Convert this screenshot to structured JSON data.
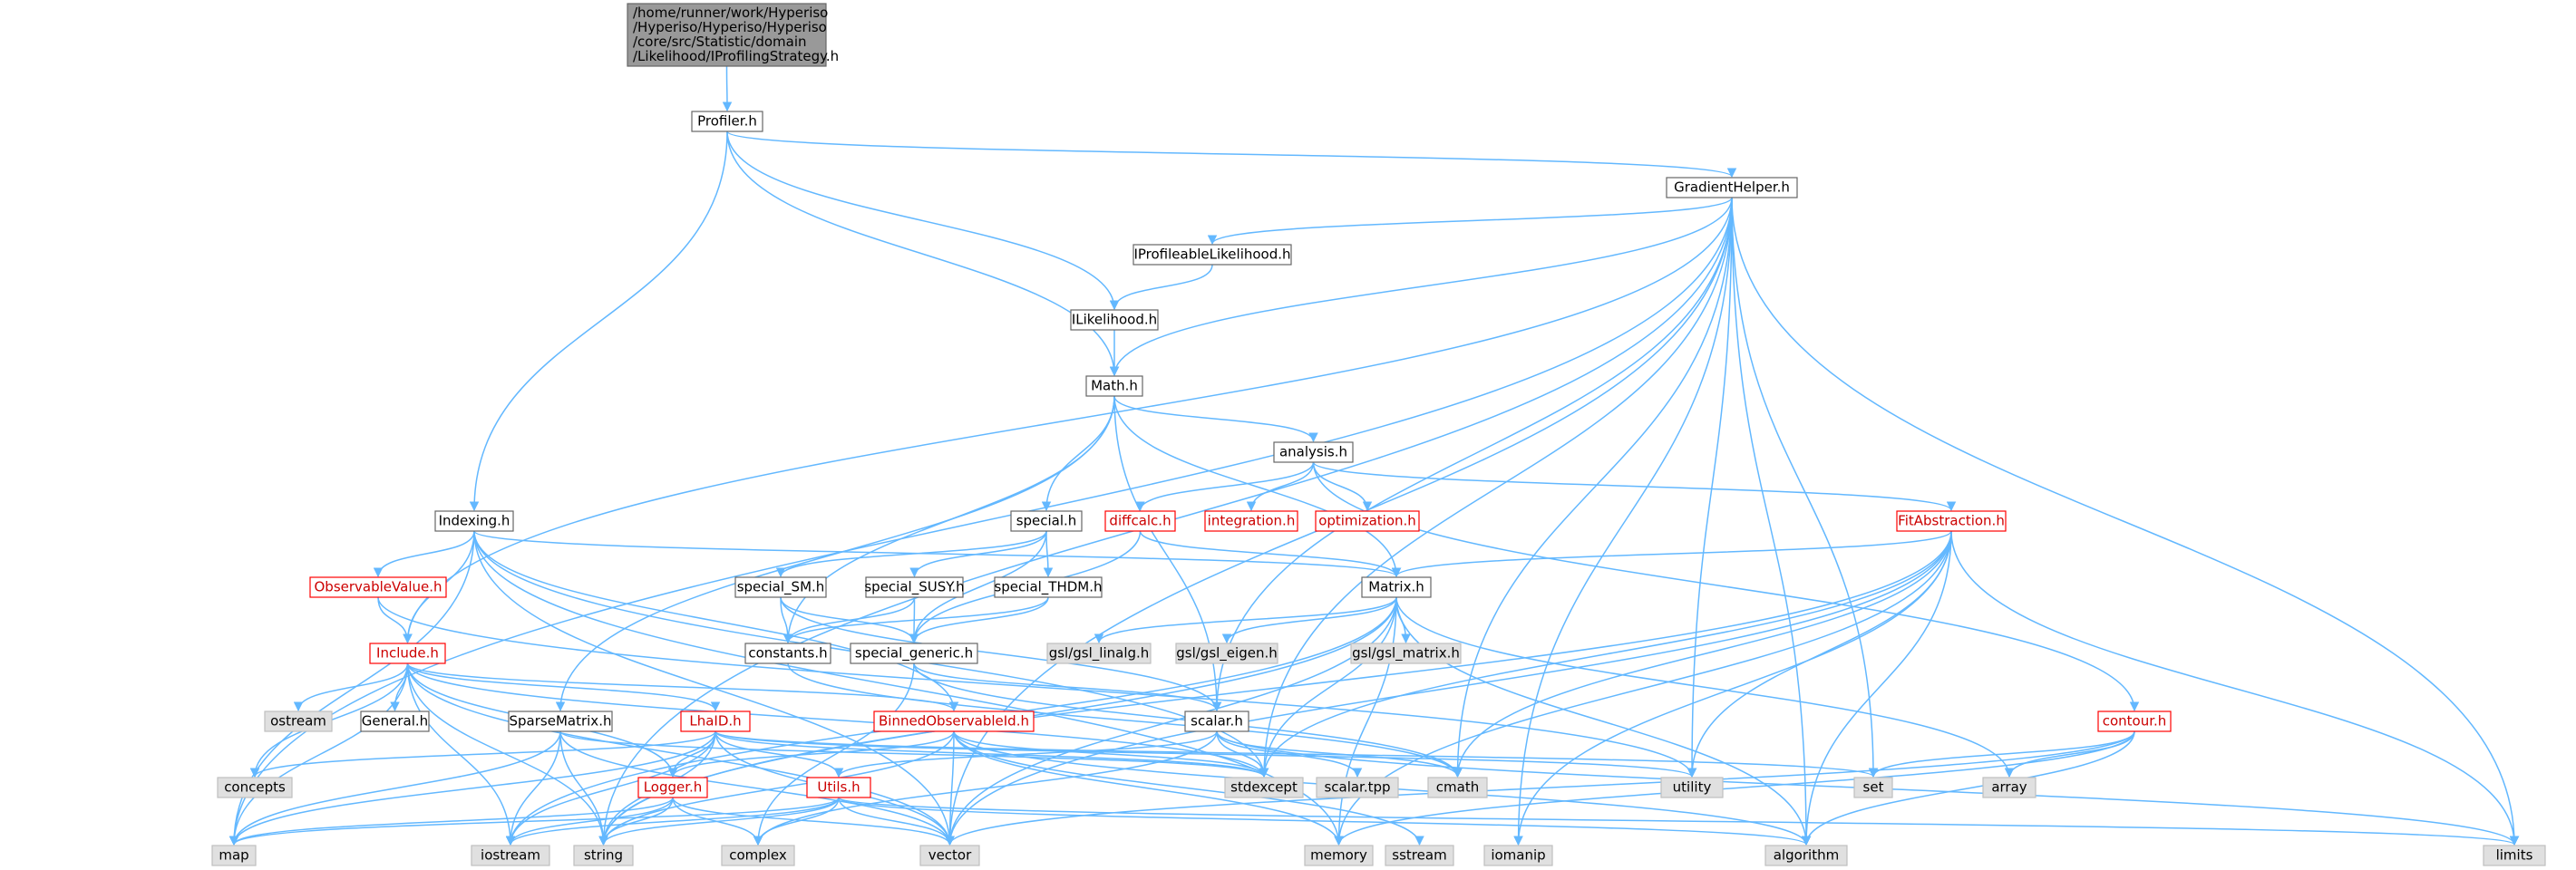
{
  "colors": {
    "edge": "#63b8ff",
    "node_border": "#666666",
    "node_missing_border": "#bfbfbf",
    "node_truncated_border": "#ff0000",
    "root_fill": "#999999",
    "missing_fill": "#e0e0e0",
    "text": "#000000",
    "truncated_text": "#cc0000"
  },
  "nodes": [
    {
      "id": "root",
      "kind": "root",
      "lines": [
        "/home/runner/work/Hyperiso",
        "/Hyperiso/Hyperiso/Hyperiso",
        "/core/src/Statistic/domain",
        "/Likelihood/IProfilingStrategy.h"
      ]
    },
    {
      "id": "profiler",
      "kind": "normal",
      "lines": [
        "Profiler.h"
      ]
    },
    {
      "id": "gradienthelper",
      "kind": "normal",
      "lines": [
        "GradientHelper.h"
      ]
    },
    {
      "id": "iprofileable",
      "kind": "normal",
      "lines": [
        "IProfileableLikelihood.h"
      ]
    },
    {
      "id": "ilikelihood",
      "kind": "normal",
      "lines": [
        "ILikelihood.h"
      ]
    },
    {
      "id": "math",
      "kind": "normal",
      "lines": [
        "Math.h"
      ]
    },
    {
      "id": "analysis",
      "kind": "normal",
      "lines": [
        "analysis.h"
      ]
    },
    {
      "id": "indexing",
      "kind": "normal",
      "lines": [
        "Indexing.h"
      ]
    },
    {
      "id": "special",
      "kind": "normal",
      "lines": [
        "special.h"
      ]
    },
    {
      "id": "diffcalc",
      "kind": "truncated",
      "lines": [
        "diffcalc.h"
      ]
    },
    {
      "id": "integration",
      "kind": "truncated",
      "lines": [
        "integration.h"
      ]
    },
    {
      "id": "optimization",
      "kind": "truncated",
      "lines": [
        "optimization.h"
      ]
    },
    {
      "id": "fitabstraction",
      "kind": "truncated",
      "lines": [
        "FitAbstraction.h"
      ]
    },
    {
      "id": "observablevalue",
      "kind": "truncated",
      "lines": [
        "ObservableValue.h"
      ]
    },
    {
      "id": "special_sm",
      "kind": "normal",
      "lines": [
        "special_SM.h"
      ]
    },
    {
      "id": "special_susy",
      "kind": "normal",
      "lines": [
        "special_SUSY.h"
      ]
    },
    {
      "id": "special_thdm",
      "kind": "normal",
      "lines": [
        "special_THDM.h"
      ]
    },
    {
      "id": "matrix",
      "kind": "normal",
      "lines": [
        "Matrix.h"
      ]
    },
    {
      "id": "include",
      "kind": "truncated",
      "lines": [
        "Include.h"
      ]
    },
    {
      "id": "constants",
      "kind": "normal",
      "lines": [
        "constants.h"
      ]
    },
    {
      "id": "special_generic",
      "kind": "normal",
      "lines": [
        "special_generic.h"
      ]
    },
    {
      "id": "gsl_linalg",
      "kind": "missing",
      "lines": [
        "gsl/gsl_linalg.h"
      ]
    },
    {
      "id": "gsl_eigen",
      "kind": "missing",
      "lines": [
        "gsl/gsl_eigen.h"
      ]
    },
    {
      "id": "gsl_matrix",
      "kind": "missing",
      "lines": [
        "gsl/gsl_matrix.h"
      ]
    },
    {
      "id": "ostream",
      "kind": "missing",
      "lines": [
        "ostream"
      ]
    },
    {
      "id": "general",
      "kind": "normal",
      "lines": [
        "General.h"
      ]
    },
    {
      "id": "sparsematrix",
      "kind": "normal",
      "lines": [
        "SparseMatrix.h"
      ]
    },
    {
      "id": "lhaid",
      "kind": "truncated",
      "lines": [
        "LhaID.h"
      ]
    },
    {
      "id": "binnedobservableid",
      "kind": "truncated",
      "lines": [
        "BinnedObservableId.h"
      ]
    },
    {
      "id": "scalar",
      "kind": "normal",
      "lines": [
        "scalar.h"
      ]
    },
    {
      "id": "contour",
      "kind": "truncated",
      "lines": [
        "contour.h"
      ]
    },
    {
      "id": "concepts",
      "kind": "missing",
      "lines": [
        "concepts"
      ]
    },
    {
      "id": "stdexcept",
      "kind": "missing",
      "lines": [
        "stdexcept"
      ]
    },
    {
      "id": "scalar_tpp",
      "kind": "missing",
      "lines": [
        "scalar.tpp"
      ]
    },
    {
      "id": "cmath",
      "kind": "missing",
      "lines": [
        "cmath"
      ]
    },
    {
      "id": "utility",
      "kind": "missing",
      "lines": [
        "utility"
      ]
    },
    {
      "id": "set",
      "kind": "missing",
      "lines": [
        "set"
      ]
    },
    {
      "id": "array",
      "kind": "missing",
      "lines": [
        "array"
      ]
    },
    {
      "id": "logger",
      "kind": "truncated",
      "lines": [
        "Logger.h"
      ]
    },
    {
      "id": "utils",
      "kind": "truncated",
      "lines": [
        "Utils.h"
      ]
    },
    {
      "id": "map",
      "kind": "missing",
      "lines": [
        "map"
      ]
    },
    {
      "id": "iostream",
      "kind": "missing",
      "lines": [
        "iostream"
      ]
    },
    {
      "id": "string",
      "kind": "missing",
      "lines": [
        "string"
      ]
    },
    {
      "id": "complex",
      "kind": "missing",
      "lines": [
        "complex"
      ]
    },
    {
      "id": "vector",
      "kind": "missing",
      "lines": [
        "vector"
      ]
    },
    {
      "id": "memory",
      "kind": "missing",
      "lines": [
        "memory"
      ]
    },
    {
      "id": "sstream",
      "kind": "missing",
      "lines": [
        "sstream"
      ]
    },
    {
      "id": "iomanip",
      "kind": "missing",
      "lines": [
        "iomanip"
      ]
    },
    {
      "id": "algorithm",
      "kind": "missing",
      "lines": [
        "algorithm"
      ]
    },
    {
      "id": "limits",
      "kind": "missing",
      "lines": [
        "limits"
      ]
    }
  ],
  "edges": [
    [
      "root",
      "profiler"
    ],
    [
      "profiler",
      "gradienthelper"
    ],
    [
      "profiler",
      "indexing"
    ],
    [
      "profiler",
      "ilikelihood"
    ],
    [
      "profiler",
      "math"
    ],
    [
      "gradienthelper",
      "iprofileable"
    ],
    [
      "gradienthelper",
      "math"
    ],
    [
      "gradienthelper",
      "map"
    ],
    [
      "gradienthelper",
      "include"
    ],
    [
      "gradienthelper",
      "utility"
    ],
    [
      "gradienthelper",
      "set"
    ],
    [
      "gradienthelper",
      "vector"
    ],
    [
      "gradienthelper",
      "algorithm"
    ],
    [
      "gradienthelper",
      "limits"
    ],
    [
      "gradienthelper",
      "iomanip"
    ],
    [
      "gradienthelper",
      "string"
    ],
    [
      "gradienthelper",
      "cmath"
    ],
    [
      "gradienthelper",
      "scalar"
    ],
    [
      "gradienthelper",
      "stdexcept"
    ],
    [
      "iprofileable",
      "ilikelihood"
    ],
    [
      "ilikelihood",
      "math"
    ],
    [
      "math",
      "analysis"
    ],
    [
      "math",
      "special"
    ],
    [
      "math",
      "matrix"
    ],
    [
      "math",
      "sparsematrix"
    ],
    [
      "math",
      "constants"
    ],
    [
      "math",
      "scalar"
    ],
    [
      "analysis",
      "diffcalc"
    ],
    [
      "analysis",
      "integration"
    ],
    [
      "analysis",
      "optimization"
    ],
    [
      "analysis",
      "fitabstraction"
    ],
    [
      "analysis",
      "contour"
    ],
    [
      "diffcalc",
      "matrix"
    ],
    [
      "diffcalc",
      "special_generic"
    ],
    [
      "fitabstraction",
      "matrix"
    ],
    [
      "fitabstraction",
      "stdexcept"
    ],
    [
      "fitabstraction",
      "utility"
    ],
    [
      "fitabstraction",
      "cmath"
    ],
    [
      "fitabstraction",
      "vector"
    ],
    [
      "fitabstraction",
      "algorithm"
    ],
    [
      "fitabstraction",
      "limits"
    ],
    [
      "fitabstraction",
      "string"
    ],
    [
      "fitabstraction",
      "memory"
    ],
    [
      "fitabstraction",
      "iomanip"
    ],
    [
      "special",
      "special_sm"
    ],
    [
      "special",
      "special_susy"
    ],
    [
      "special",
      "special_thdm"
    ],
    [
      "special",
      "special_generic"
    ],
    [
      "special_sm",
      "constants"
    ],
    [
      "special_sm",
      "special_generic"
    ],
    [
      "special_sm",
      "scalar"
    ],
    [
      "special_susy",
      "constants"
    ],
    [
      "special_susy",
      "special_generic"
    ],
    [
      "special_thdm",
      "constants"
    ],
    [
      "special_thdm",
      "special_generic"
    ],
    [
      "special_generic",
      "scalar"
    ],
    [
      "special_generic",
      "cmath"
    ],
    [
      "special_generic",
      "complex"
    ],
    [
      "constants",
      "cmath"
    ],
    [
      "indexing",
      "observablevalue"
    ],
    [
      "indexing",
      "include"
    ],
    [
      "indexing",
      "matrix"
    ],
    [
      "indexing",
      "binnedobservableid"
    ],
    [
      "indexing",
      "map"
    ],
    [
      "indexing",
      "vector"
    ],
    [
      "indexing",
      "stdexcept"
    ],
    [
      "indexing",
      "memory"
    ],
    [
      "observablevalue",
      "include"
    ],
    [
      "observablevalue",
      "utility"
    ],
    [
      "matrix",
      "gsl_linalg"
    ],
    [
      "matrix",
      "gsl_eigen"
    ],
    [
      "matrix",
      "gsl_matrix"
    ],
    [
      "matrix",
      "stdexcept"
    ],
    [
      "matrix",
      "vector"
    ],
    [
      "matrix",
      "array"
    ],
    [
      "matrix",
      "algorithm"
    ],
    [
      "matrix",
      "memory"
    ],
    [
      "matrix",
      "string"
    ],
    [
      "matrix",
      "iostream"
    ],
    [
      "include",
      "ostream"
    ],
    [
      "include",
      "general"
    ],
    [
      "include",
      "lhaid"
    ],
    [
      "include",
      "binnedobservableid"
    ],
    [
      "include",
      "logger"
    ],
    [
      "include",
      "concepts"
    ],
    [
      "include",
      "map"
    ],
    [
      "include",
      "iostream"
    ],
    [
      "include",
      "string"
    ],
    [
      "include",
      "vector"
    ],
    [
      "include",
      "stdexcept"
    ],
    [
      "sparsematrix",
      "map"
    ],
    [
      "sparsematrix",
      "vector"
    ],
    [
      "sparsematrix",
      "stdexcept"
    ],
    [
      "sparsematrix",
      "iostream"
    ],
    [
      "sparsematrix",
      "string"
    ],
    [
      "lhaid",
      "concepts"
    ],
    [
      "lhaid",
      "logger"
    ],
    [
      "lhaid",
      "utils"
    ],
    [
      "lhaid",
      "stdexcept"
    ],
    [
      "lhaid",
      "map"
    ],
    [
      "lhaid",
      "string"
    ],
    [
      "lhaid",
      "vector"
    ],
    [
      "lhaid",
      "iostream"
    ],
    [
      "lhaid",
      "set"
    ],
    [
      "lhaid",
      "utility"
    ],
    [
      "binnedobservableid",
      "stdexcept"
    ],
    [
      "binnedobservableid",
      "vector"
    ],
    [
      "binnedobservableid",
      "string"
    ],
    [
      "binnedobservableid",
      "memory"
    ],
    [
      "binnedobservableid",
      "sstream"
    ],
    [
      "binnedobservableid",
      "algorithm"
    ],
    [
      "binnedobservableid",
      "logger"
    ],
    [
      "scalar",
      "scalar_tpp"
    ],
    [
      "scalar",
      "cmath"
    ],
    [
      "scalar",
      "stdexcept"
    ],
    [
      "scalar",
      "utils"
    ],
    [
      "scalar",
      "complex"
    ],
    [
      "scalar",
      "limits"
    ],
    [
      "contour",
      "set"
    ],
    [
      "contour",
      "array"
    ],
    [
      "contour",
      "vector"
    ],
    [
      "contour",
      "algorithm"
    ],
    [
      "contour",
      "memory"
    ],
    [
      "logger",
      "string"
    ],
    [
      "logger",
      "iostream"
    ],
    [
      "logger",
      "vector"
    ],
    [
      "logger",
      "complex"
    ],
    [
      "logger",
      "map"
    ],
    [
      "utils",
      "map"
    ],
    [
      "utils",
      "iostream"
    ],
    [
      "utils",
      "string"
    ],
    [
      "utils",
      "complex"
    ],
    [
      "utils",
      "vector"
    ],
    [
      "utils",
      "algorithm"
    ],
    [
      "utils",
      "limits"
    ]
  ]
}
